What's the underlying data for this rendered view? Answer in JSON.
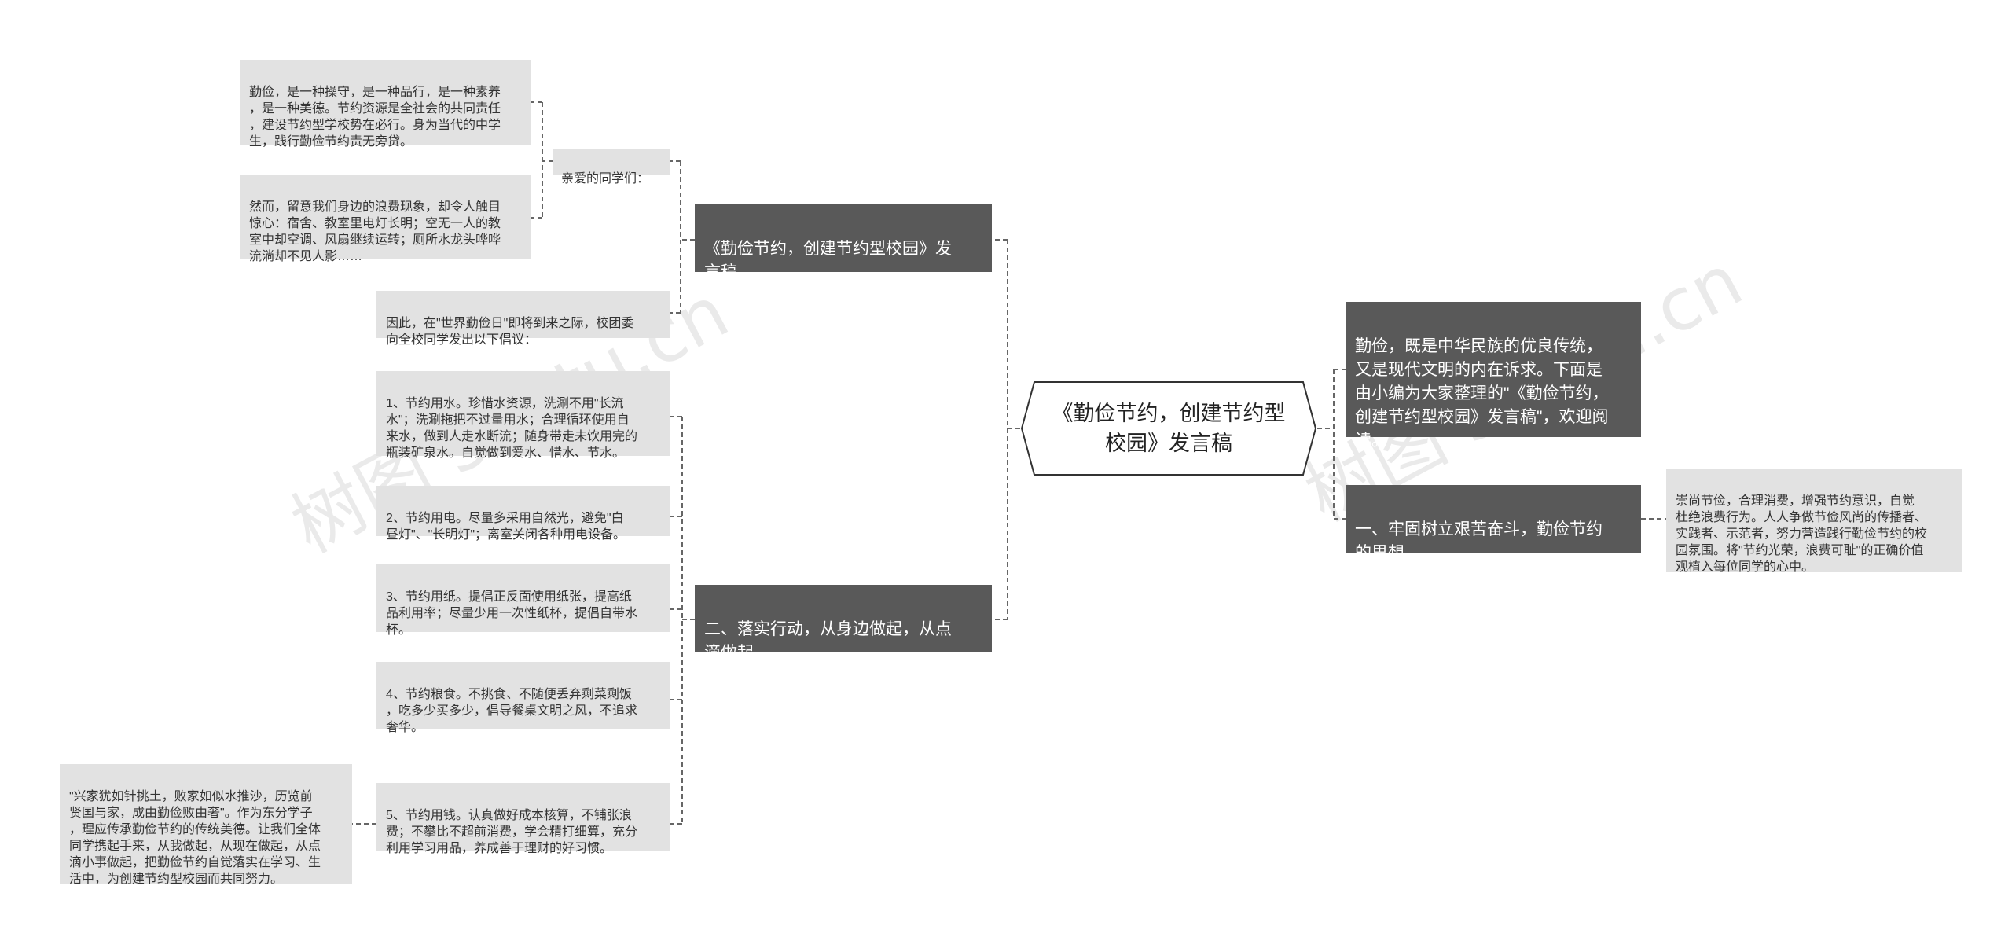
{
  "watermark": "树图 shutu.cn",
  "root": {
    "text": "《勤俭节约，创建节约型\n校园》发言稿"
  },
  "left": {
    "branch1": {
      "title": "《勤俭节约，创建节约型校园》发\n言稿",
      "greeting": "亲爱的同学们：",
      "greeting_children": [
        "勤俭，是一种操守，是一种品行，是一种素养\n，是一种美德。节约资源是全社会的共同责任\n，建设节约型学校势在必行。身为当代的中学\n生，践行勤俭节约责无旁贷。",
        "然而，留意我们身边的浪费现象，却令人触目\n惊心：宿舍、教室里电灯长明；空无一人的教\n室中却空调、风扇继续运转；厕所水龙头哗哗\n流淌却不见人影……"
      ],
      "initiative": "因此，在\"世界勤俭日\"即将到来之际，校团委\n向全校同学发出以下倡议："
    },
    "branch2": {
      "title": "二、落实行动，从身边做起，从点\n滴做起",
      "items": [
        "1、节约用水。珍惜水资源，洗涮不用\"长流\n水\"；洗涮拖把不过量用水；合理循环使用自\n来水，做到人走水断流；随身带走未饮用完的\n瓶装矿泉水。自觉做到爱水、惜水、节水。",
        "2、节约用电。尽量多采用自然光，避免\"白\n昼灯\"、\"长明灯\"；离室关闭各种用电设备。",
        "3、节约用纸。提倡正反面使用纸张，提高纸\n品利用率；尽量少用一次性纸杯，提倡自带水\n杯。",
        "4、节约粮食。不挑食、不随便丢弃剩菜剩饭\n，吃多少买多少，倡导餐桌文明之风，不追求\n奢华。",
        "5、节约用钱。认真做好成本核算，不铺张浪\n费；不攀比不超前消费，学会精打细算，充分\n利用学习用品，养成善于理财的好习惯。"
      ],
      "item5_child": "\"兴家犹如针挑土，败家如似水推沙，历览前\n贤国与家，成由勤俭败由奢\"。作为东分学子\n，理应传承勤俭节约的传统美德。让我们全体\n同学携起手来，从我做起，从现在做起，从点\n滴小事做起，把勤俭节约自觉落实在学习、生\n活中，为创建节约型校园而共同努力。"
    }
  },
  "right": {
    "intro": "勤俭，既是中华民族的优良传统，\n又是现代文明的内在诉求。下面是\n由小编为大家整理的\"《勤俭节约，\n创建节约型校园》发言稿\"，欢迎阅\n读。",
    "branch1": {
      "title": "一、牢固树立艰苦奋斗，勤俭节约\n的思想",
      "child": "崇尚节俭，合理消费，增强节约意识，自觉\n杜绝浪费行为。人人争做节俭风尚的传播者、\n实践者、示范者，努力营造践行勤俭节约的校\n园氛围。将\"节约光荣，浪费可耻\"的正确价值\n观植入每位同学的心中。"
    }
  },
  "colors": {
    "branch_bg": "#595959",
    "leaf_bg": "#e2e2e2",
    "connector": "#666666"
  }
}
